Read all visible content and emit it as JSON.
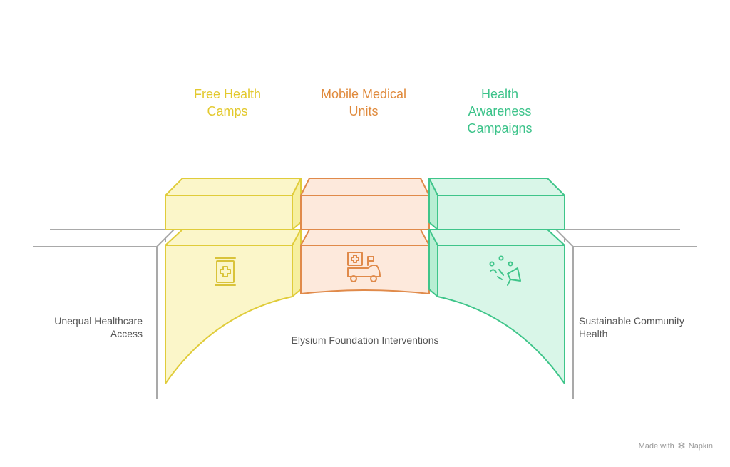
{
  "colors": {
    "yellow_stroke": "#e0cc3a",
    "yellow_fill": "#fbf6c9",
    "yellow_text": "#e3c92e",
    "orange_stroke": "#e08a4a",
    "orange_fill": "#fde9dc",
    "orange_text": "#e08a3c",
    "green_stroke": "#3fc58a",
    "green_fill": "#d9f6e8",
    "green_text": "#3cc38a",
    "road": "#a9a9a9"
  },
  "pillars": [
    {
      "title_line1": "Free Health",
      "title_line2": "Camps",
      "icon": "medical-banner-icon"
    },
    {
      "title_line1": "Mobile Medical",
      "title_line2": "Units",
      "icon": "ambulance-icon"
    },
    {
      "title_line1": "Health",
      "title_line2": "Awareness",
      "title_line3": "Campaigns",
      "icon": "megaphone-icon"
    }
  ],
  "left_label": {
    "line1": "Unequal Healthcare",
    "line2": "Access"
  },
  "right_label": {
    "line1": "Sustainable Community",
    "line2": "Health"
  },
  "center_label": "Elysium Foundation Interventions",
  "footer": {
    "prefix": "Made with",
    "brand": "Napkin",
    "icon": "napkin-logo-icon"
  }
}
